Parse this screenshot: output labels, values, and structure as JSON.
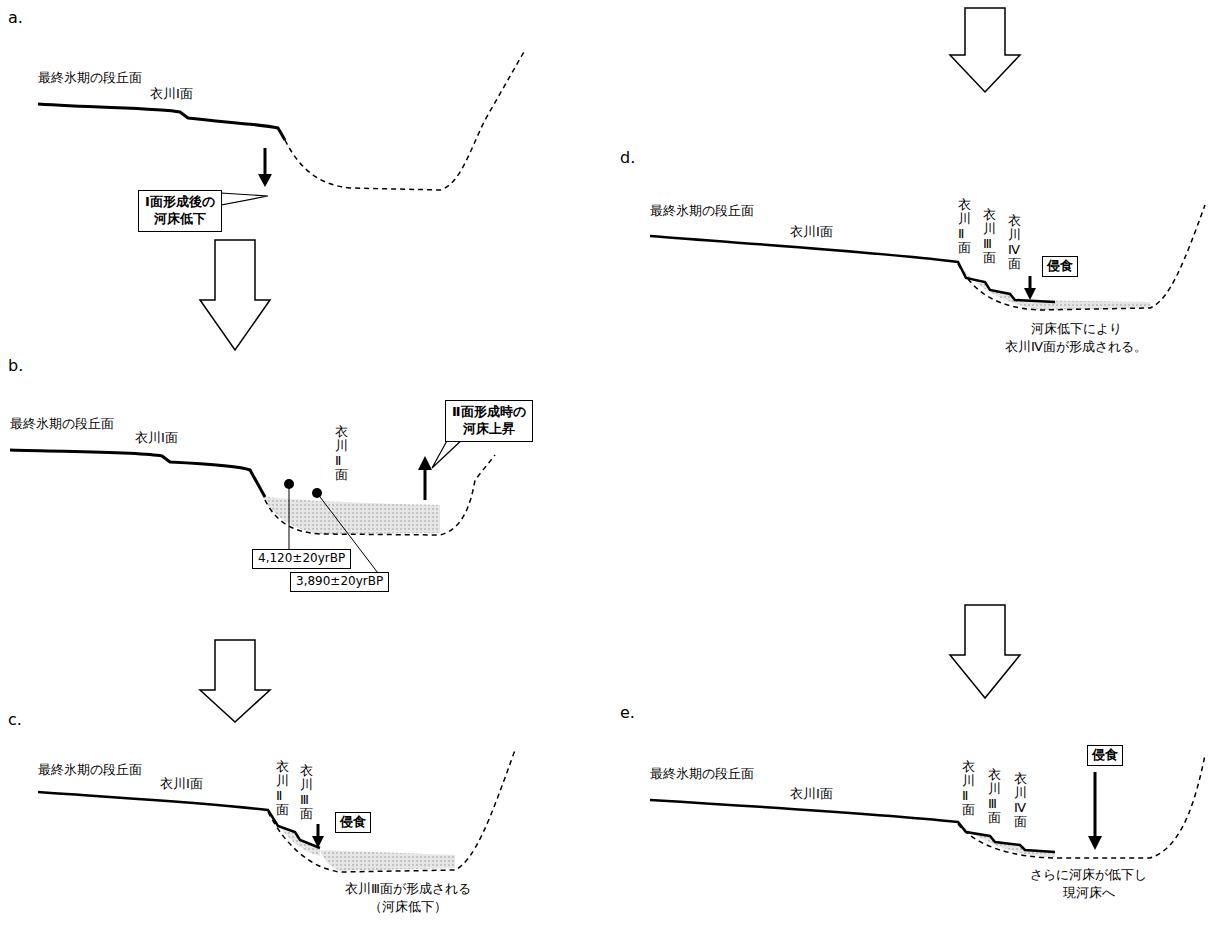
{
  "diagram": {
    "nodes": [
      {
        "text": [
          "Ⅰ面形成後の 河床低下"
        ]
      },
      {
        "text": [
          "Ⅱ面形成時の 河床上昇"
        ]
      },
      {
        "text": [
          "4,120±20yrBP"
        ]
      },
      {
        "text": [
          "3,890±20yrBP"
        ]
      },
      {
        "text": [
          "侵食"
        ]
      },
      {
        "text": [
          "侵食"
        ]
      },
      {
        "text": [
          "侵食"
        ]
      }
    ],
    "labels": [
      "a.",
      "最終氷期の段丘面",
      "衣川Ⅰ面",
      "b.",
      "最終氷期の段丘面",
      "衣川Ⅰ面",
      "衣川Ⅱ面",
      "c.",
      "最終氷期の段丘面",
      "衣川Ⅰ面",
      "衣川Ⅱ面",
      "衣川Ⅲ面",
      "衣川Ⅲ面が形成される （河床低下）",
      "d.",
      "最終氷期の段丘面",
      "衣川Ⅰ面",
      "衣川Ⅱ面",
      "衣川Ⅲ面",
      "衣川Ⅳ面",
      "河床低下により 衣川Ⅳ面が形成される。",
      "e.",
      "最終氷期の段丘面",
      "衣川Ⅰ面",
      "衣川Ⅱ面",
      "衣川Ⅲ面",
      "衣川Ⅳ面",
      "さらに河床が低下し 現河床へ"
    ]
  }
}
